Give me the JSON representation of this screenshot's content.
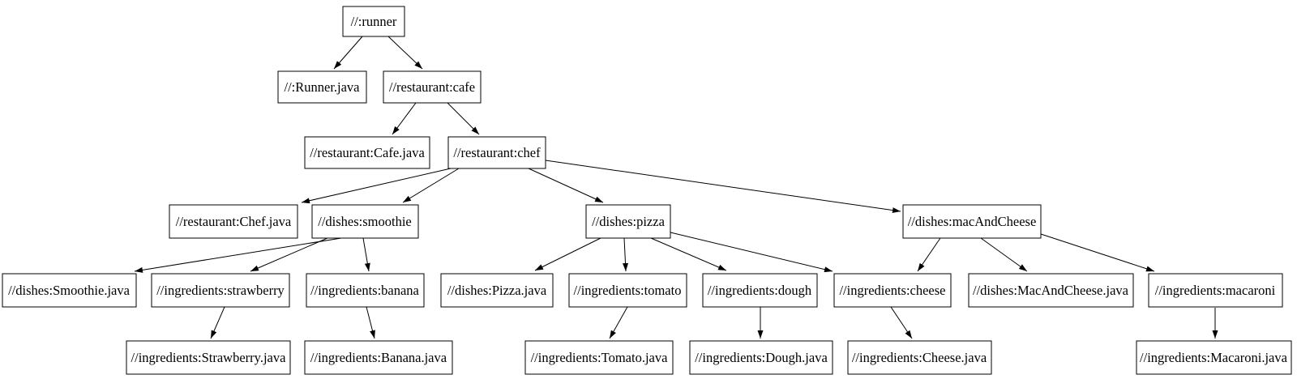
{
  "diagram": {
    "type": "dependency-graph",
    "colors": {
      "background": "#ffffff",
      "node_fill": "#ffffff",
      "node_border": "#000000",
      "text": "#000000",
      "edge": "#000000"
    },
    "nodes": {
      "runner": {
        "label": "//:runner"
      },
      "runnerJava": {
        "label": "//:Runner.java"
      },
      "cafe": {
        "label": "//restaurant:cafe"
      },
      "cafeJava": {
        "label": "//restaurant:Cafe.java"
      },
      "chef": {
        "label": "//restaurant:chef"
      },
      "chefJava": {
        "label": "//restaurant:Chef.java"
      },
      "smoothie": {
        "label": "//dishes:smoothie"
      },
      "smoothieJava": {
        "label": "//dishes:Smoothie.java"
      },
      "strawberry": {
        "label": "//ingredients:strawberry"
      },
      "strawberryJava": {
        "label": "//ingredients:Strawberry.java"
      },
      "banana": {
        "label": "//ingredients:banana"
      },
      "bananaJava": {
        "label": "//ingredients:Banana.java"
      },
      "pizza": {
        "label": "//dishes:pizza"
      },
      "pizzaJava": {
        "label": "//dishes:Pizza.java"
      },
      "tomato": {
        "label": "//ingredients:tomato"
      },
      "tomatoJava": {
        "label": "//ingredients:Tomato.java"
      },
      "dough": {
        "label": "//ingredients:dough"
      },
      "doughJava": {
        "label": "//ingredients:Dough.java"
      },
      "cheese": {
        "label": "//ingredients:cheese"
      },
      "cheeseJava": {
        "label": "//ingredients:Cheese.java"
      },
      "macAndCheese": {
        "label": "//dishes:macAndCheese"
      },
      "macAndCheeseJava": {
        "label": "//dishes:MacAndCheese.java"
      },
      "macaroni": {
        "label": "//ingredients:macaroni"
      },
      "macaroniJava": {
        "label": "//ingredients:Macaroni.java"
      }
    },
    "edges": [
      {
        "from": "runner",
        "to": "runnerJava"
      },
      {
        "from": "runner",
        "to": "cafe"
      },
      {
        "from": "cafe",
        "to": "cafeJava"
      },
      {
        "from": "cafe",
        "to": "chef"
      },
      {
        "from": "chef",
        "to": "chefJava"
      },
      {
        "from": "chef",
        "to": "smoothie"
      },
      {
        "from": "chef",
        "to": "pizza"
      },
      {
        "from": "chef",
        "to": "macAndCheese"
      },
      {
        "from": "smoothie",
        "to": "smoothieJava"
      },
      {
        "from": "smoothie",
        "to": "strawberry"
      },
      {
        "from": "smoothie",
        "to": "banana"
      },
      {
        "from": "strawberry",
        "to": "strawberryJava"
      },
      {
        "from": "banana",
        "to": "bananaJava"
      },
      {
        "from": "pizza",
        "to": "pizzaJava"
      },
      {
        "from": "pizza",
        "to": "tomato"
      },
      {
        "from": "pizza",
        "to": "dough"
      },
      {
        "from": "pizza",
        "to": "cheese"
      },
      {
        "from": "macAndCheese",
        "to": "cheese"
      },
      {
        "from": "macAndCheese",
        "to": "macAndCheeseJava"
      },
      {
        "from": "macAndCheese",
        "to": "macaroni"
      },
      {
        "from": "tomato",
        "to": "tomatoJava"
      },
      {
        "from": "dough",
        "to": "doughJava"
      },
      {
        "from": "cheese",
        "to": "cheeseJava"
      },
      {
        "from": "macaroni",
        "to": "macaroniJava"
      }
    ]
  }
}
